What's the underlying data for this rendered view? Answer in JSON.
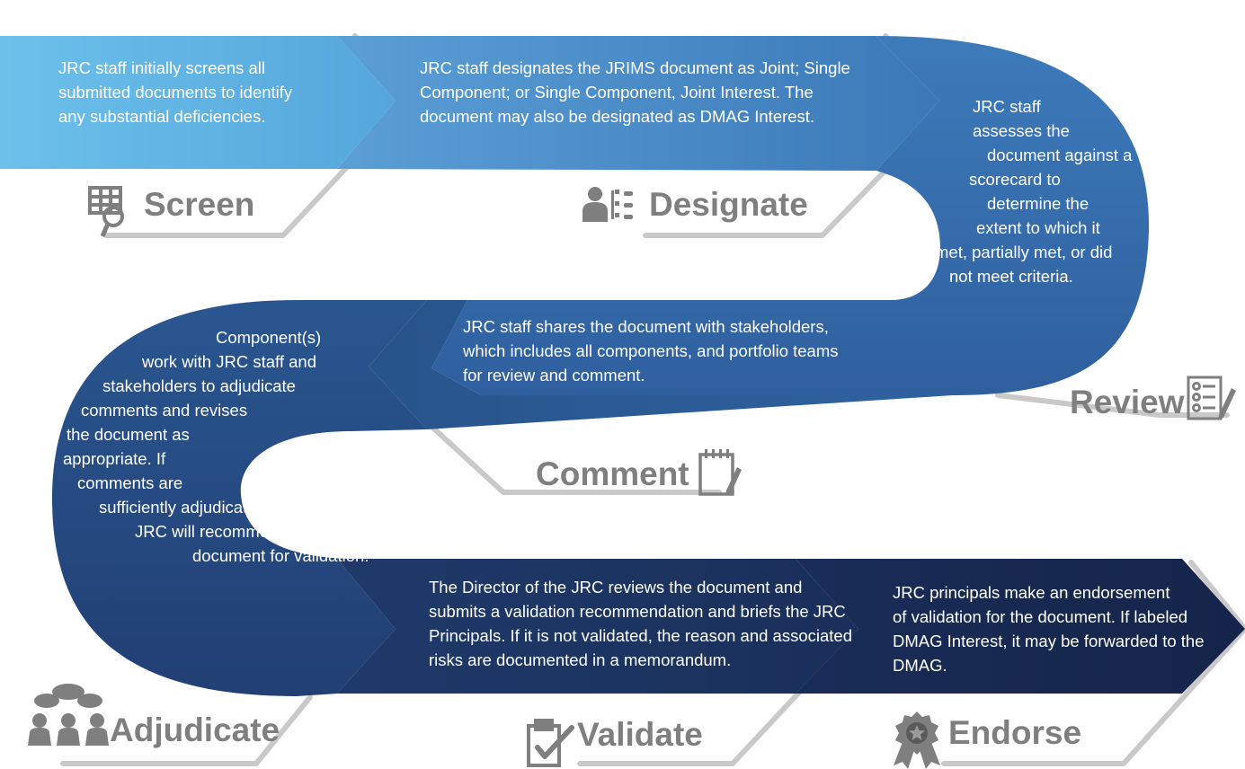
{
  "colors": {
    "band_light": "#63b5e3",
    "band_mid": "#3e7fbd",
    "band_dark": "#1f3564",
    "band_darkest": "#172850",
    "label_gray": "#7f7f7f",
    "shadow_gray": "#c9c9c9",
    "text_white": "#ffffff"
  },
  "steps": [
    {
      "id": "screen",
      "label": "Screen",
      "icon": "document-magnifier-icon",
      "lines": [
        "JRC staff initially screens all",
        "submitted documents to identify",
        "any substantial deficiencies."
      ]
    },
    {
      "id": "designate",
      "label": "Designate",
      "icon": "person-hierarchy-icon",
      "lines": [
        "JRC staff designates the JRIMS document as Joint; Single",
        "Component; or Single Component, Joint Interest. The",
        "document may also be designated as DMAG Interest."
      ]
    },
    {
      "id": "review",
      "label": "Review",
      "icon": "checklist-pencil-icon",
      "lines": [
        "JRC staff",
        "assesses the",
        "document against a",
        "scorecard to",
        "determine the",
        "extent to which it",
        "met, partially met, or did",
        "not meet criteria."
      ]
    },
    {
      "id": "comment",
      "label": "Comment",
      "icon": "notepad-pencil-icon",
      "lines": [
        "JRC staff shares the document with stakeholders,",
        "which includes all components, and portfolio teams",
        "for review and comment."
      ]
    },
    {
      "id": "adjudicate",
      "label": "Adjudicate",
      "icon": "people-discussion-icon",
      "lines": [
        "Component(s)",
        "work with JRC staff and",
        "stakeholders to adjudicate",
        "comments and revises",
        "the document as",
        "appropriate. If",
        "comments are",
        "sufficiently adjudicated,",
        "JRC will recommend the",
        "document for validation."
      ]
    },
    {
      "id": "validate",
      "label": "Validate",
      "icon": "clipboard-check-icon",
      "lines": [
        "The Director of the JRC reviews the document and",
        "submits a validation recommendation and briefs the JRC",
        "Principals. If it is not validated, the reason and associated",
        "risks are documented in a memorandum."
      ]
    },
    {
      "id": "endorse",
      "label": "Endorse",
      "icon": "award-seal-icon",
      "lines": [
        "JRC principals make an endorsement",
        "of validation for the document. If labeled",
        "DMAG Interest, it may be forwarded to the",
        "DMAG."
      ]
    }
  ]
}
